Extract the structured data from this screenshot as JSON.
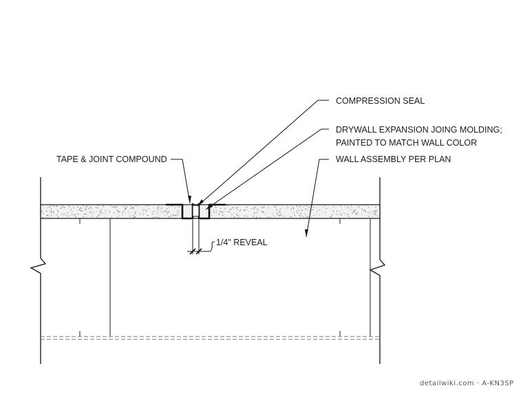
{
  "labels": {
    "compression_seal": "COMPRESSION SEAL",
    "molding_line1": "DRYWALL EXPANSION JOING MOLDING;",
    "molding_line2": "PAINTED TO MATCH WALL COLOR",
    "tape_joint": "TAPE & JOINT COMPOUND",
    "wall_assembly": "WALL ASSEMBLY PER PLAN",
    "reveal": "1/4\" REVEAL"
  },
  "watermark": "detailwiki.com · A-KN3SP",
  "colors": {
    "line": "#111111",
    "gypsum_fill": "#f2f2f2",
    "stipple": "#8a8a8a",
    "hidden_line": "#777777"
  }
}
